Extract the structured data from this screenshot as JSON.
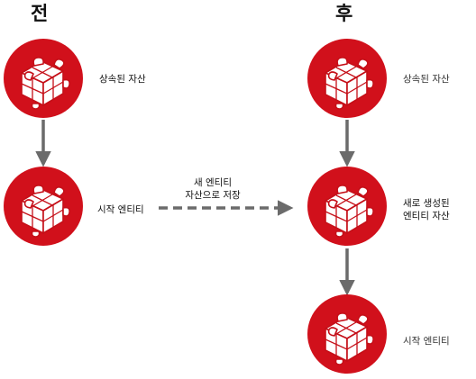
{
  "headers": {
    "before": "전",
    "after": "후"
  },
  "labels": {
    "before_derived_asset": "상속된 자산",
    "before_start_entity": "시작 엔티티",
    "after_derived_asset": "상속된 자산",
    "after_new_entity_line1": "새로 생성된",
    "after_new_entity_line2": "엔티티 자산",
    "after_start_entity": "시작 엔티티",
    "save_as_line1": "새 엔티티",
    "save_as_line2": "자산으로 저장"
  },
  "icons": {
    "asset_icon": "puzzle-cube-icon"
  },
  "colors": {
    "icon_red": "#d1101b",
    "icon_red_dark": "#a90a12",
    "icon_face": "#ffffff",
    "arrow_gray": "#6b6b6b"
  }
}
